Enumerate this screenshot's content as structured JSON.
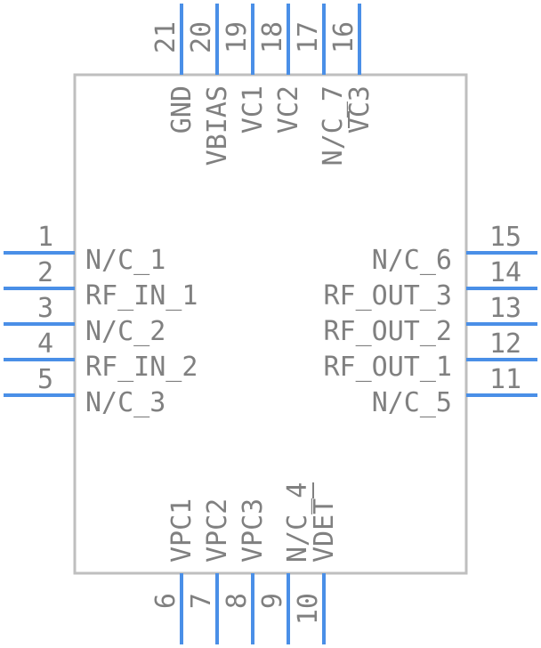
{
  "component": {
    "pins_left": [
      {
        "number": "1",
        "name": "N/C_1"
      },
      {
        "number": "2",
        "name": "RF_IN_1"
      },
      {
        "number": "3",
        "name": "N/C_2"
      },
      {
        "number": "4",
        "name": "RF_IN_2"
      },
      {
        "number": "5",
        "name": "N/C_3"
      }
    ],
    "pins_right": [
      {
        "number": "15",
        "name": "N/C_6"
      },
      {
        "number": "14",
        "name": "RF_OUT_3"
      },
      {
        "number": "13",
        "name": "RF_OUT_2"
      },
      {
        "number": "12",
        "name": "RF_OUT_1"
      },
      {
        "number": "11",
        "name": "N/C_5"
      }
    ],
    "pins_top": [
      {
        "number": "21",
        "name": "GND"
      },
      {
        "number": "20",
        "name": "VBIAS"
      },
      {
        "number": "19",
        "name": "VC1"
      },
      {
        "number": "18",
        "name": "VC2"
      },
      {
        "number": "17",
        "name": "N/C_7"
      },
      {
        "number": "16",
        "name": "VC3"
      }
    ],
    "pins_bottom": [
      {
        "number": "6",
        "name": "VPC1"
      },
      {
        "number": "7",
        "name": "VPC2"
      },
      {
        "number": "8",
        "name": "VPC3"
      },
      {
        "number": "9",
        "name": "N/C_4"
      },
      {
        "number": "10",
        "name": "VDET"
      }
    ],
    "colors": {
      "pin": "#4a8fe7",
      "body": "#bfbfbf",
      "text": "#808080"
    }
  }
}
